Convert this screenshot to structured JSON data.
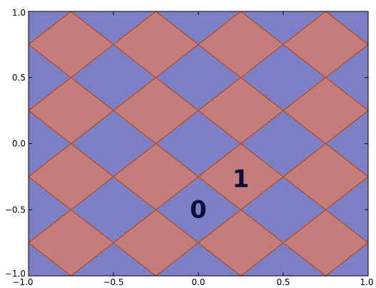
{
  "chart_data": {
    "type": "heatmap",
    "xlim": [
      -1.0,
      1.0
    ],
    "ylim": [
      -1.0,
      1.0
    ],
    "xticks": [
      -1.0,
      -0.5,
      0.0,
      0.5,
      1.0
    ],
    "yticks": [
      -1.0,
      -0.5,
      0.0,
      0.5,
      1.0
    ],
    "xtick_labels": [
      "−1.0",
      "−0.5",
      "0.0",
      "0.5",
      "1.0"
    ],
    "ytick_labels": [
      "−1.0",
      "−0.5",
      "0.0",
      "0.5",
      "1.0"
    ],
    "grid": false,
    "classes": [
      {
        "label": "0",
        "color": "#7b7fc6"
      },
      {
        "label": "1",
        "color": "#c57d7b"
      }
    ],
    "boundary_color": "#b24a1c",
    "diamond_centers_x": [
      -0.75,
      -0.25,
      0.25,
      0.75
    ],
    "diamond_centers_y": [
      0.75,
      0.25,
      -0.25,
      -0.75
    ],
    "diamond_half_width": 0.25,
    "annotations": [
      {
        "text": "0",
        "x": 0.0,
        "y": -0.5
      },
      {
        "text": "1",
        "x": 0.25,
        "y": -0.27
      }
    ]
  }
}
